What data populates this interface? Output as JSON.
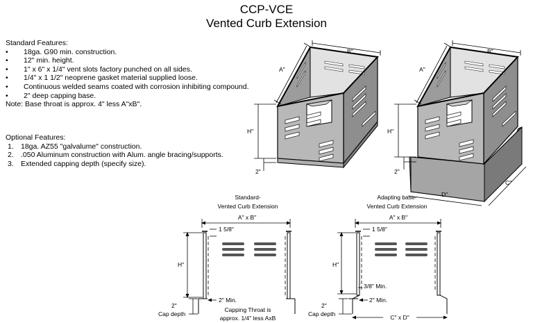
{
  "title": {
    "line1": "CCP-VCE",
    "line2": "Vented Curb Extension"
  },
  "standard": {
    "heading": "Standard Features:",
    "bullet": "•",
    "items": [
      "18ga. G90 min. construction.",
      "12\" min. height.",
      "1\" x 6\" x 1/4\" vent slots factory punched on all sides.",
      "1/4\" x 1 1/2\" neoprene gasket material supplied loose.",
      "Continuous welded seams coated with corrosion inhibiting compound.",
      "2\" deep capping base."
    ],
    "note": "Note: Base throat is approx. 4\" less A\"xB\"."
  },
  "optional": {
    "heading": "Optional Features:",
    "items": [
      {
        "num": "1.",
        "text": "18ga. AZ55 \"galvalume\" construction."
      },
      {
        "num": "2.",
        "text": ".050 Aluminum construction with Alum. angle bracing/supports."
      },
      {
        "num": "3.",
        "text": "Extended capping depth (specify size)."
      }
    ]
  },
  "iso_left": {
    "a": "A\"",
    "b": "B\"",
    "h": "H\"",
    "two": "2\""
  },
  "iso_right": {
    "a": "A\"",
    "b": "B\"",
    "h": "H\"",
    "two": "2\"",
    "c": "C\"",
    "d": "D\""
  },
  "section_left": {
    "title1": "Standard-",
    "title2": "Vented Curb Extension",
    "width": "A\" x B\"",
    "top_dim": "1 5/8\"",
    "h": "H\"",
    "min": "2\" Min.",
    "cap1": "2\"",
    "cap2": "Cap depth",
    "throat1": "Capping Throat is",
    "throat2": "approx. 1/4\" less AxB"
  },
  "section_right": {
    "title1": "Adapting base-",
    "title2": "Vented Curb Extension",
    "width": "A\" x B\"",
    "top_dim": "1 5/8\"",
    "h": "H\"",
    "min38": "3/8\" Min.",
    "min": "2\" Min.",
    "cap1": "2\"",
    "cap2": "Cap depth",
    "bottom": "C\" x D\""
  },
  "colors": {
    "metal_face": "#b8b8b8",
    "metal_side": "#8e8e8e",
    "metal_top": "#d6d6d6"
  }
}
